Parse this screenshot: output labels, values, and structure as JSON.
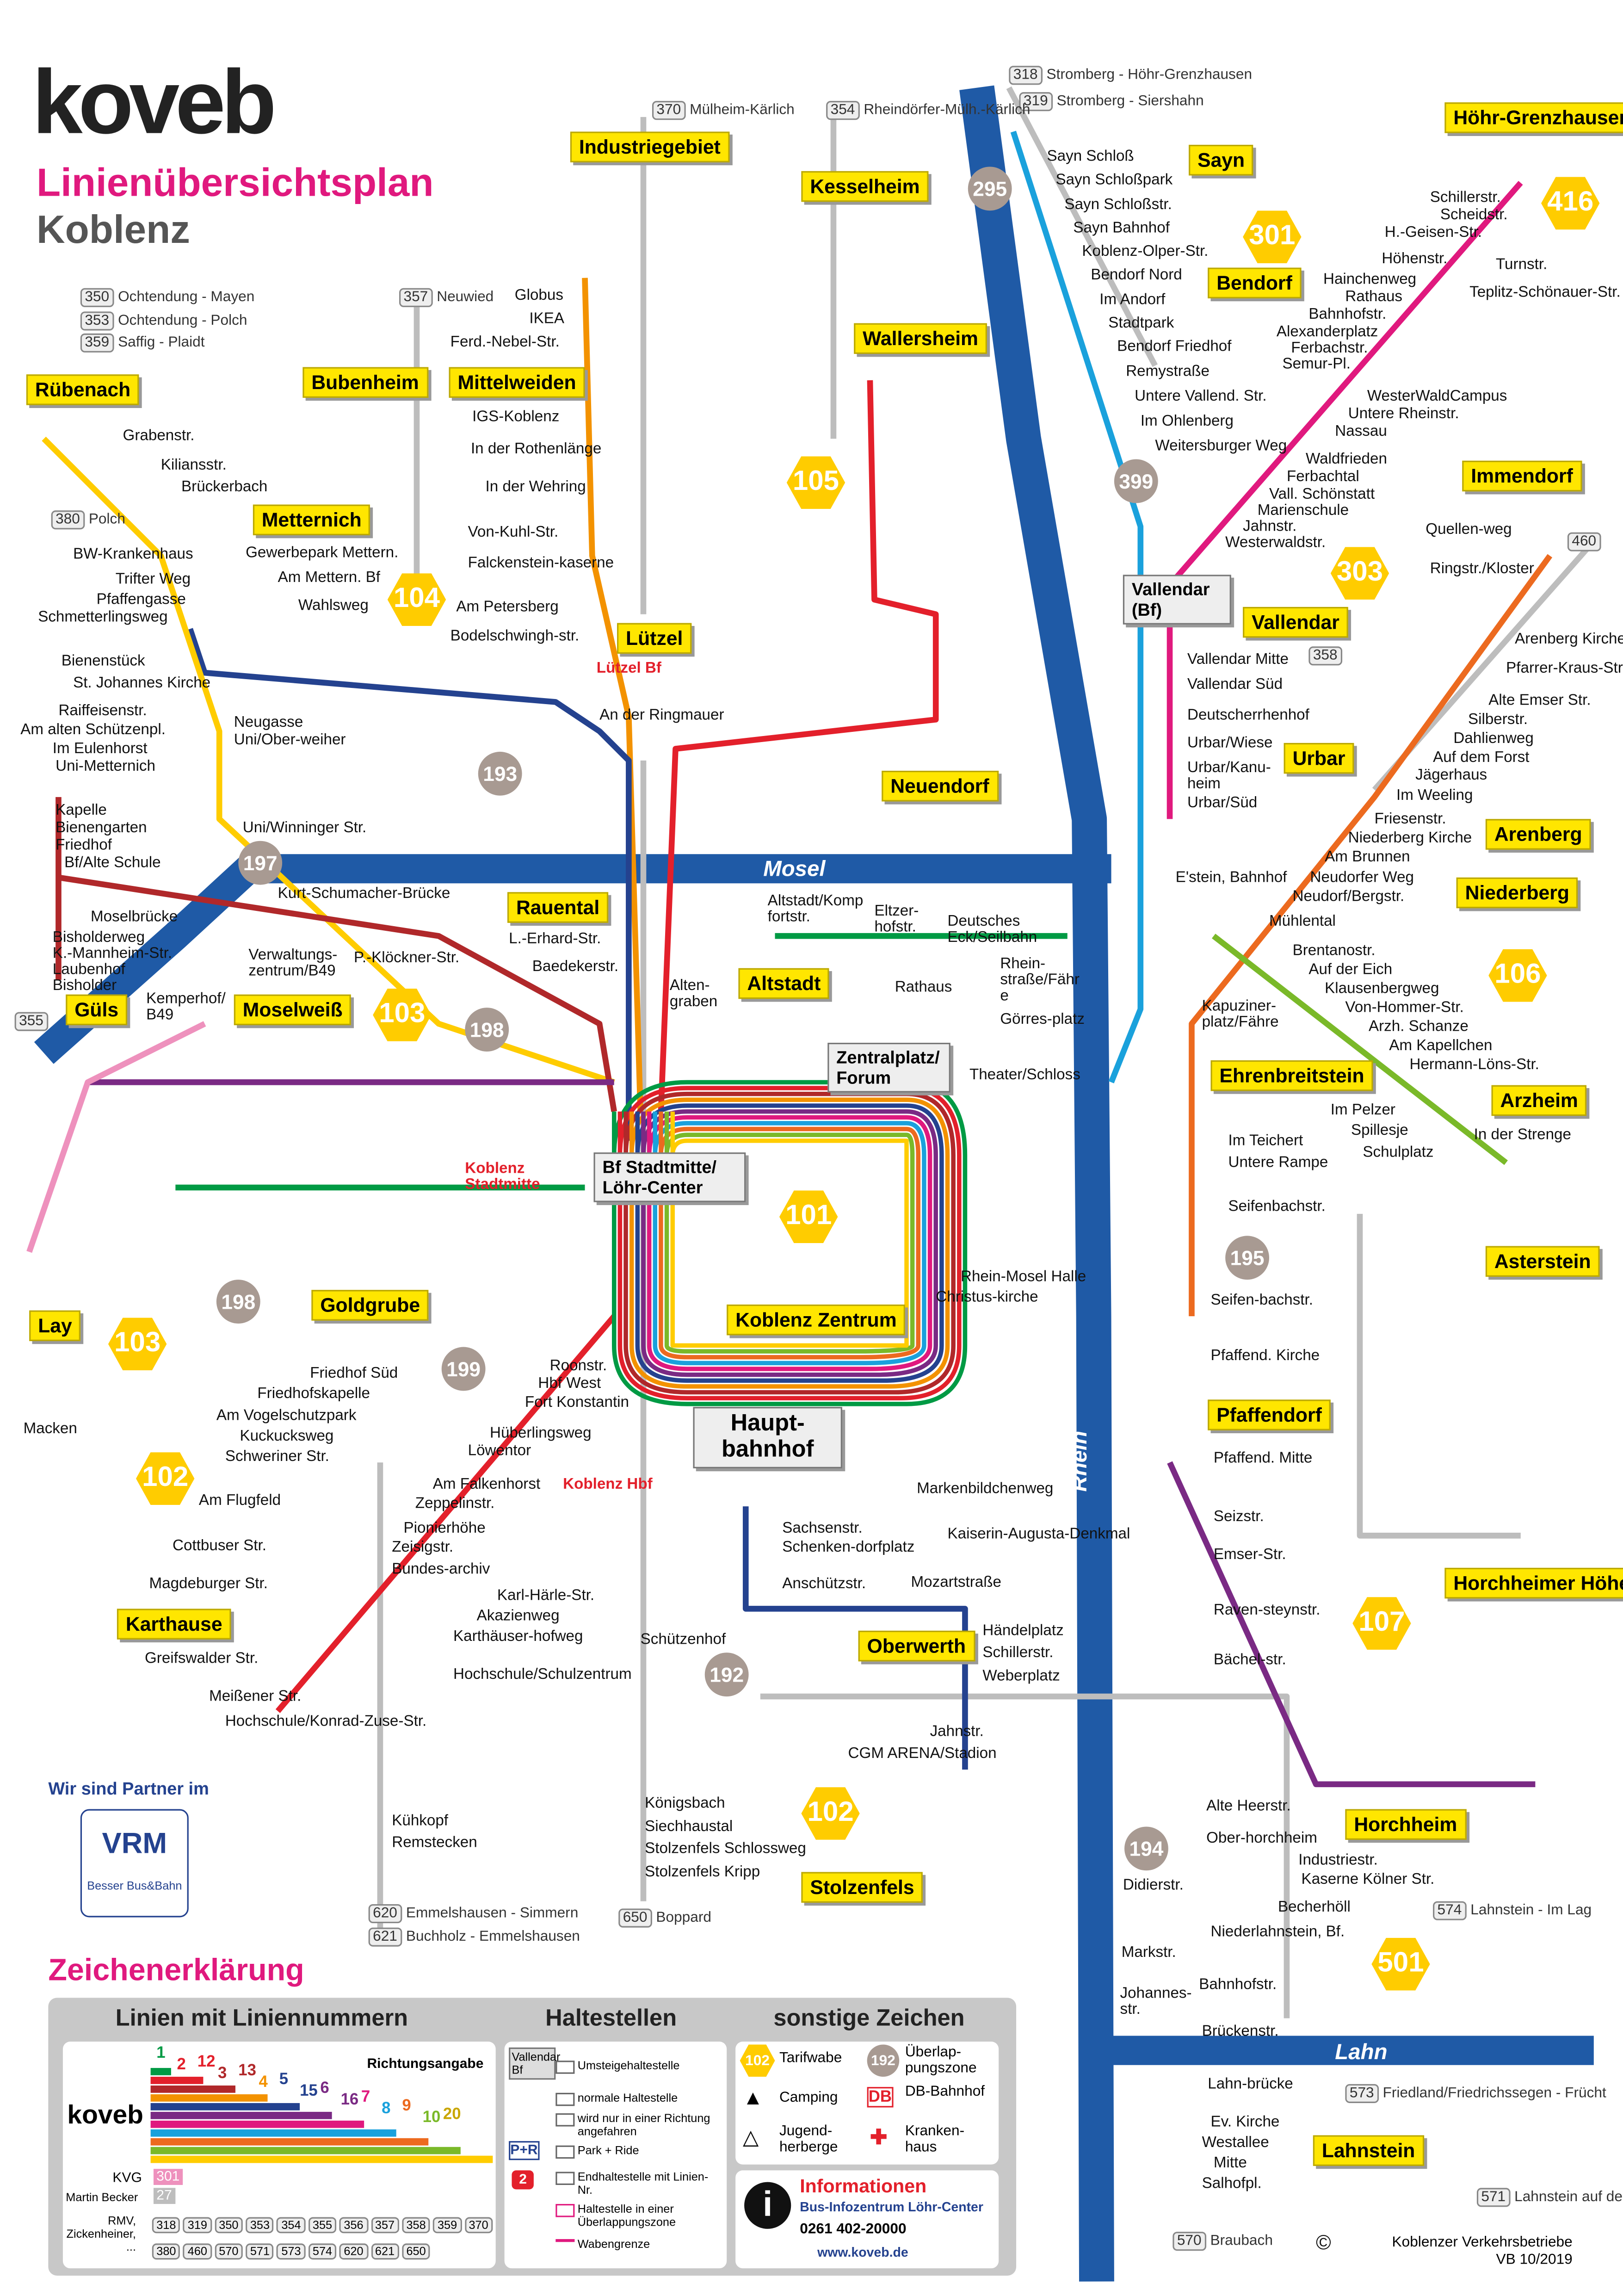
{
  "header": {
    "logo": "koveb",
    "title": "Linienübersichtsplan",
    "city": "Koblenz"
  },
  "line_colors": {
    "1": "#009a44",
    "2": "#e3202b",
    "3": "#b0282a",
    "4": "#f39200",
    "5": "#24428f",
    "6": "#7a2a84",
    "7": "#e0197e",
    "8": "#1aa1dc",
    "9": "#ec6a1f",
    "10": "#7ab929",
    "20": "#ffcc00",
    "kvg": "#ee91bd",
    "regional": "#bdbdbd",
    "river": "#1f5aa6"
  },
  "rivers": {
    "mosel": "Mosel",
    "rhein": "Rhein",
    "lahn": "Lahn"
  },
  "districts": [
    "Industriegebiet",
    "Kesselheim",
    "Sayn",
    "Höhr-Grenzhausen",
    "Rübenach",
    "Bubenheim",
    "Mittelweiden",
    "Wallersheim",
    "Bendorf",
    "Metternich",
    "Immendorf",
    "Vallendar",
    "Lützel",
    "Neuendorf",
    "Urbar",
    "Arenberg",
    "Niederberg",
    "Rauental",
    "Altstadt",
    "Güls",
    "Moselweiß",
    "Ehrenbreitstein",
    "Arzheim",
    "Goldgrube",
    "Koblenz Zentrum",
    "Asterstein",
    "Lay",
    "Pfaffendorf",
    "Karthause",
    "Horchheimer Höhe",
    "Oberwerth",
    "Horchheim",
    "Stolzenfels",
    "Lahnstein"
  ],
  "zones": [
    "104",
    "301",
    "303",
    "416",
    "105",
    "106",
    "103",
    "101",
    "107",
    "102",
    "102",
    "501",
    "103"
  ],
  "overlap_zones": [
    "295",
    "399",
    "193",
    "197",
    "198",
    "198",
    "195",
    "199",
    "192",
    "194"
  ],
  "stops": [
    "Globus",
    "IKEA",
    "Ferd.-Nebel-Str.",
    "IGS-Koblenz",
    "In der Rothenlänge",
    "In der Wehring",
    "Von-Kuhl-Str.",
    "Falckenstein-kaserne",
    "Am Petersberg",
    "Bodelschwingh-str.",
    "Lützel Bf",
    "An der Ringmauer",
    "Grabenstr.",
    "Kiliansstr.",
    "Brückerbach",
    "Gewerbepark Mettern.",
    "BW-Krankenhaus",
    "Trifter Weg",
    "Pfaffengasse",
    "Schmetterlingsweg",
    "Am Mettern. Bf",
    "Wahlsweg",
    "Bienenstück",
    "St. Johannes Kirche",
    "Raiffeisenstr.",
    "Am alten Schützenpl.",
    "Im Eulenhorst",
    "Uni-Metternich",
    "Neugasse",
    "Uni/Ober-weiher",
    "Uni/Winninger Str.",
    "Kapelle",
    "Bienengarten",
    "Friedhof",
    "Bf/Alte Schule",
    "Moselbrücke",
    "Bisholderweg",
    "K.-Mannheim-Str.",
    "Laubenhof",
    "Bisholder",
    "Kurt-Schumacher-Brücke",
    "L.-Erhard-Str.",
    "P.-Klöckner-Str.",
    "Baedekerstr.",
    "Verwaltungs-zentrum/B49",
    "Kemperhof/B49",
    "Alten-graben",
    "Altstadt/Kompfortstr.",
    "Eltzer-hofstr.",
    "Deutsches Eck/Seilbahn",
    "Rathaus",
    "Rhein-straße/Fähre",
    "Görres-platz",
    "Theater/Schloss",
    "Sayn Schloß",
    "Sayn Schloßpark",
    "Sayn Schloßstr.",
    "Sayn Bahnhof",
    "Koblenz-Olper-Str.",
    "Bendorf Nord",
    "Im Andorf",
    "Stadtpark",
    "Bendorf Friedhof",
    "Remystraße",
    "Untere Vallend. Str.",
    "Im Ohlenberg",
    "Weitersburger Weg",
    "Vallendar Mitte",
    "Vallendar Süd",
    "Deutscherrhenhof",
    "Urbar/Wiese",
    "Urbar/Kanu-heim",
    "Urbar/Süd",
    "E'stein, Bahnhof",
    "Mühlental",
    "Kapuziner-platz/Fähre",
    "Im Teichert",
    "Untere Rampe",
    "Seifenbachstr.",
    "Seifen-bachstr.",
    "Pfaffend. Kirche",
    "Pfaffend. Mitte",
    "Seizstr.",
    "Emser-Str.",
    "Raven-steynstr.",
    "Bächel-str.",
    "Schillerstr.",
    "Scheidstr.",
    "H.-Geisen-Str.",
    "Höhenstr.",
    "Turnstr.",
    "Hainchenweg",
    "Rathaus",
    "Bahnhofstr.",
    "Teplitz-Schönauer-Str.",
    "Alexanderplatz",
    "Ferbachstr.",
    "Semur-Pl.",
    "WesterWaldCampus",
    "Untere Rheinstr.",
    "Nassau",
    "Waldfrieden",
    "Ferbachtal",
    "Vall. Schönstatt",
    "Marienschule",
    "Jahnstr.",
    "Westerwaldstr.",
    "Quellen-weg",
    "Ringstr./Kloster",
    "Arenberg Kirche",
    "Pfarrer-Kraus-Str.",
    "Alte Emser Str.",
    "Silberstr.",
    "Dahlienweg",
    "Auf dem Forst",
    "Jägerhaus",
    "Im Weeling",
    "Friesenstr.",
    "Niederberg Kirche",
    "Am Brunnen",
    "Neudorfer Weg",
    "Neudorf/Bergstr.",
    "Brentanostr.",
    "Auf der Eich",
    "Klausenbergweg",
    "Von-Hommer-Str.",
    "Arzh. Schanze",
    "Am Kapellchen",
    "Hermann-Löns-Str.",
    "Im Pelzer",
    "Spillesje",
    "Schulplatz",
    "In der Strenge",
    "Friedhof Süd",
    "Friedhofskapelle",
    "Am Vogelschutzpark",
    "Kuckucksweg",
    "Schweriner Str.",
    "Am Flugfeld",
    "Cottbuser Str.",
    "Magdeburger Str.",
    "Greifswalder Str.",
    "Meißener Str.",
    "Hochschule/Konrad-Zuse-Str.",
    "Hbf West",
    "Fort Konstantin",
    "Hüberlingsweg",
    "Löwentor",
    "Am Falkenhorst",
    "Zeppelinstr.",
    "Pionierhöhe",
    "Zeisigstr.",
    "Bundes-archiv",
    "Karl-Härle-Str.",
    "Akazienweg",
    "Karthäuser-hofweg",
    "Hochschule/Schulzentrum",
    "Roonstr.",
    "Sachsenstr.",
    "Schenken-dorfplatz",
    "Anschützstr.",
    "Mozartstraße",
    "Händelplatz",
    "Schillerstr.",
    "Weberplatz",
    "Jahnstr.",
    "CGM ARENA/Stadion",
    "Markenbildchenweg",
    "Kaiserin-Augusta-Denkmal",
    "Schützenhof",
    "Rhein-Mosel Halle",
    "Christus-kirche",
    "Königsbach",
    "Siechhaustal",
    "Stolzenfels Schlossweg",
    "Stolzenfels Kripp",
    "Kühkopf",
    "Remstecken",
    "Alte Heerstr.",
    "Ober-horchheim",
    "Industriestr.",
    "Kaserne Kölner Str.",
    "Becherhöll",
    "Niederlahnstein, Bf.",
    "Bahnhofstr.",
    "Brückenstr.",
    "Lahn-brücke",
    "Ev. Kirche",
    "Westallee",
    "Mitte",
    "Salhofpl.",
    "Didierstr.",
    "Markstr.",
    "Johannes-str.",
    "Macken",
    "Koblenz Stadtmitte",
    "Koblenz Hbf"
  ],
  "hubs": {
    "bf_stadtmitte": "Bf Stadtmitte/ Löhr-Center",
    "zentralplatz": "Zentralplatz/ Forum",
    "hauptbahnhof": "Haupt-bahnhof",
    "vallendar_bf": "Vallendar (Bf)"
  },
  "regional": [
    {
      "num": "318",
      "dest": "Stromberg - Höhr-Grenzhausen"
    },
    {
      "num": "319",
      "dest": "Stromberg - Siershahn"
    },
    {
      "num": "370",
      "dest": "Mülheim-Kärlich"
    },
    {
      "num": "354",
      "dest": "Rheindörfer-Mülh.-Kärlich"
    },
    {
      "num": "350",
      "dest": "Ochtendung - Mayen"
    },
    {
      "num": "353",
      "dest": "Ochtendung - Polch"
    },
    {
      "num": "359",
      "dest": "Saffig - Plaidt"
    },
    {
      "num": "357",
      "dest": "Neuwied"
    },
    {
      "num": "380",
      "dest": "Polch"
    },
    {
      "num": "355",
      "dest": ""
    },
    {
      "num": "358",
      "dest": ""
    },
    {
      "num": "460",
      "dest": ""
    },
    {
      "num": "573",
      "dest": "Friedland/Friedrichssegen - Frücht"
    },
    {
      "num": "574",
      "dest": "Lahnstein - Im Lag"
    },
    {
      "num": "571",
      "dest": "Lahnstein auf der Höhe"
    },
    {
      "num": "570",
      "dest": "Braubach"
    },
    {
      "num": "620",
      "dest": "Emmelshausen - Simmern"
    },
    {
      "num": "621",
      "dest": "Buchholz - Emmelshausen"
    },
    {
      "num": "650",
      "dest": "Boppard"
    }
  ],
  "partner": {
    "label": "Wir sind Partner im",
    "vrm": "VRM",
    "vrm_sub": "Besser Bus&Bahn"
  },
  "legend": {
    "title": "Zeichenerklärung",
    "lines_head": "Linien mit Liniennummern",
    "stops_head": "Haltestellen",
    "other_head": "sonstige Zeichen",
    "direction": "Richtungsangabe",
    "line_numbers": [
      "1",
      "2",
      "12",
      "3",
      "13",
      "4",
      "5",
      "15",
      "6",
      "16",
      "7",
      "8",
      "9",
      "10",
      "20"
    ],
    "kvg": "KVG",
    "kvg_num": "301",
    "becker": "Martin Becker",
    "becker_num": "27",
    "rmv": "RMV, Zickenheiner, ...",
    "rmv_nums": [
      "318",
      "319",
      "350",
      "353",
      "354",
      "355",
      "356",
      "357",
      "358",
      "359",
      "370",
      "380",
      "460",
      "570",
      "571",
      "573",
      "574",
      "620",
      "621",
      "650"
    ],
    "stop_items": [
      "Umsteigehaltestelle",
      "normale Haltestelle",
      "wird nur in einer Richtung angefahren",
      "Park + Ride",
      "Endhaltestelle mit Linien-Nr.",
      "Haltestelle in einer Überlappungszone",
      "Wabengrenze"
    ],
    "pr": "P+R",
    "end_num": "2",
    "vallendar_sample": "Vallendar Bf",
    "other_items": [
      "Tarifwabe",
      "Überlap-pungszone",
      "Camping",
      "DB-Bahnhof",
      "Jugend-herberge",
      "Kranken-haus"
    ],
    "zone_sample": "102",
    "overlap_sample": "192",
    "db": "DB",
    "info_title": "Informationen",
    "info_sub": "Bus-Infozentrum Löhr-Center",
    "phone": "0261 402-20000",
    "web": "www.koveb.de"
  },
  "footer": {
    "copyright": "©",
    "company": "Koblenzer Verkehrsbetriebe",
    "version": "VB 10/2019"
  }
}
